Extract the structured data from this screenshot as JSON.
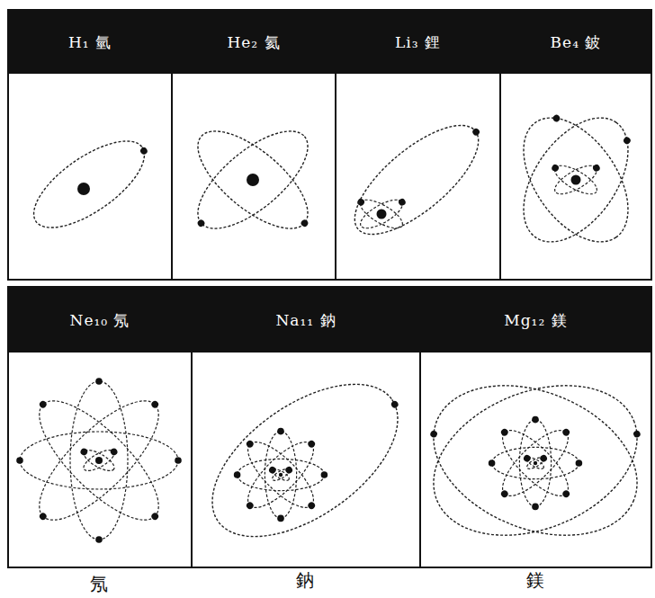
{
  "diagram": {
    "nodes": [
      {
        "text": [
          "H₁ 氫"
        ]
      },
      {
        "text": [
          "He₂ 氦"
        ]
      },
      {
        "text": [
          "Li₃ 鋰"
        ]
      },
      {
        "text": [
          "Be₄ 鈹"
        ]
      },
      {
        "text": [
          "Ne₁₀ 氖"
        ]
      },
      {
        "text": [
          "Na₁₁ 鈉"
        ]
      },
      {
        "text": [
          "Mg₁₂ 鎂"
        ]
      }
    ],
    "labels": [
      "氖",
      "鈉",
      "鎂"
    ]
  }
}
